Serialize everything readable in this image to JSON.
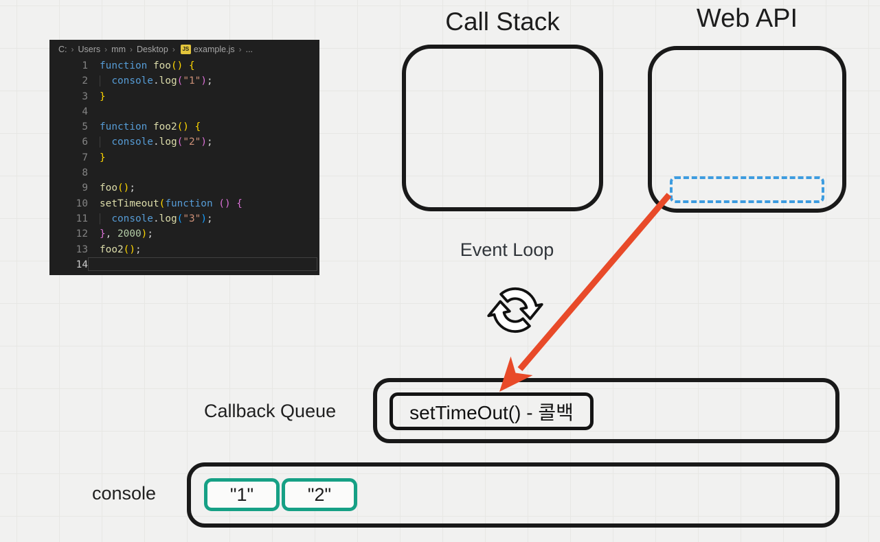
{
  "editor": {
    "breadcrumb": {
      "segments": [
        "C:",
        "Users",
        "mm",
        "Desktop"
      ],
      "js_icon": "JS",
      "file": "example.js",
      "tail": "..."
    },
    "lines": [
      {
        "n": "1",
        "tokens": [
          {
            "t": "function",
            "c": "kw"
          },
          {
            "t": " ",
            "c": "pl"
          },
          {
            "t": "foo",
            "c": "fn"
          },
          {
            "t": "()",
            "c": "b1"
          },
          {
            "t": " ",
            "c": "pl"
          },
          {
            "t": "{",
            "c": "b1"
          }
        ]
      },
      {
        "n": "2",
        "indent": true,
        "tokens": [
          {
            "t": "console",
            "c": "obj"
          },
          {
            "t": ".",
            "c": "pl"
          },
          {
            "t": "log",
            "c": "fn"
          },
          {
            "t": "(",
            "c": "b2"
          },
          {
            "t": "\"1\"",
            "c": "str"
          },
          {
            "t": ")",
            "c": "b2"
          },
          {
            "t": ";",
            "c": "pl"
          }
        ]
      },
      {
        "n": "3",
        "tokens": [
          {
            "t": "}",
            "c": "b1"
          }
        ]
      },
      {
        "n": "4",
        "tokens": []
      },
      {
        "n": "5",
        "tokens": [
          {
            "t": "function",
            "c": "kw"
          },
          {
            "t": " ",
            "c": "pl"
          },
          {
            "t": "foo2",
            "c": "fn"
          },
          {
            "t": "()",
            "c": "b1"
          },
          {
            "t": " ",
            "c": "pl"
          },
          {
            "t": "{",
            "c": "b1"
          }
        ]
      },
      {
        "n": "6",
        "indent": true,
        "tokens": [
          {
            "t": "console",
            "c": "obj"
          },
          {
            "t": ".",
            "c": "pl"
          },
          {
            "t": "log",
            "c": "fn"
          },
          {
            "t": "(",
            "c": "b2"
          },
          {
            "t": "\"2\"",
            "c": "str"
          },
          {
            "t": ")",
            "c": "b2"
          },
          {
            "t": ";",
            "c": "pl"
          }
        ]
      },
      {
        "n": "7",
        "tokens": [
          {
            "t": "}",
            "c": "b1"
          }
        ]
      },
      {
        "n": "8",
        "tokens": []
      },
      {
        "n": "9",
        "tokens": [
          {
            "t": "foo",
            "c": "fn"
          },
          {
            "t": "()",
            "c": "b1"
          },
          {
            "t": ";",
            "c": "pl"
          }
        ]
      },
      {
        "n": "10",
        "tokens": [
          {
            "t": "setTimeout",
            "c": "fn"
          },
          {
            "t": "(",
            "c": "b1"
          },
          {
            "t": "function",
            "c": "kw"
          },
          {
            "t": " ",
            "c": "pl"
          },
          {
            "t": "()",
            "c": "b2"
          },
          {
            "t": " ",
            "c": "pl"
          },
          {
            "t": "{",
            "c": "b2"
          }
        ]
      },
      {
        "n": "11",
        "indent": true,
        "tokens": [
          {
            "t": "console",
            "c": "obj"
          },
          {
            "t": ".",
            "c": "pl"
          },
          {
            "t": "log",
            "c": "fn"
          },
          {
            "t": "(",
            "c": "b3"
          },
          {
            "t": "\"3\"",
            "c": "str"
          },
          {
            "t": ")",
            "c": "b3"
          },
          {
            "t": ";",
            "c": "pl"
          }
        ]
      },
      {
        "n": "12",
        "tokens": [
          {
            "t": "}",
            "c": "b2"
          },
          {
            "t": ",",
            "c": "pl"
          },
          {
            "t": " ",
            "c": "pl"
          },
          {
            "t": "2000",
            "c": "num"
          },
          {
            "t": ")",
            "c": "b1"
          },
          {
            "t": ";",
            "c": "pl"
          }
        ]
      },
      {
        "n": "13",
        "tokens": [
          {
            "t": "foo2",
            "c": "fn"
          },
          {
            "t": "()",
            "c": "b1"
          },
          {
            "t": ";",
            "c": "pl"
          }
        ]
      },
      {
        "n": "14",
        "current": true,
        "tokens": []
      }
    ]
  },
  "diagram": {
    "call_stack_title": "Call Stack",
    "web_api_title": "Web API",
    "event_loop_label": "Event Loop",
    "callback_queue_label": "Callback Queue",
    "queue_item": "setTimeOut() - 콜백",
    "console_label": "console",
    "console_items": [
      "\"1\"",
      "\"2\""
    ],
    "colors": {
      "arrow_red": "#e84a29",
      "dashed_blue": "#3d9ce0",
      "chip_teal": "#16a085",
      "box_border": "#191919"
    }
  }
}
